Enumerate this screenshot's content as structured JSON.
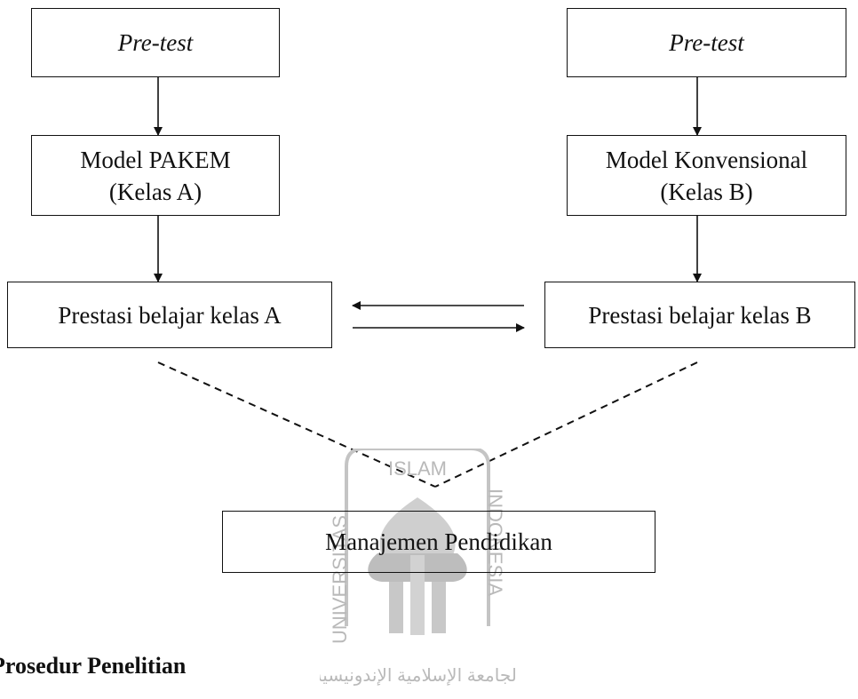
{
  "diagram": {
    "left_column": {
      "pretest_label": "Pre-test",
      "model_line1": "Model PAKEM",
      "model_line2": "(Kelas A)",
      "result_label": "Prestasi belajar kelas A"
    },
    "right_column": {
      "pretest_label": "Pre-test",
      "model_line1": "Model Konvensional",
      "model_line2": "(Kelas B)",
      "result_label": "Prestasi belajar kelas B"
    },
    "bottom_label": "Manajemen Pendidikan"
  },
  "watermark": {
    "top_text": "ISLAM",
    "left_text": "UNIVERSITAS",
    "right_text": "INDONESIA",
    "arabic_text": "الجامعة الإسلامية الإندونيسية"
  },
  "section": {
    "heading": "Prosedur Penelitian"
  }
}
